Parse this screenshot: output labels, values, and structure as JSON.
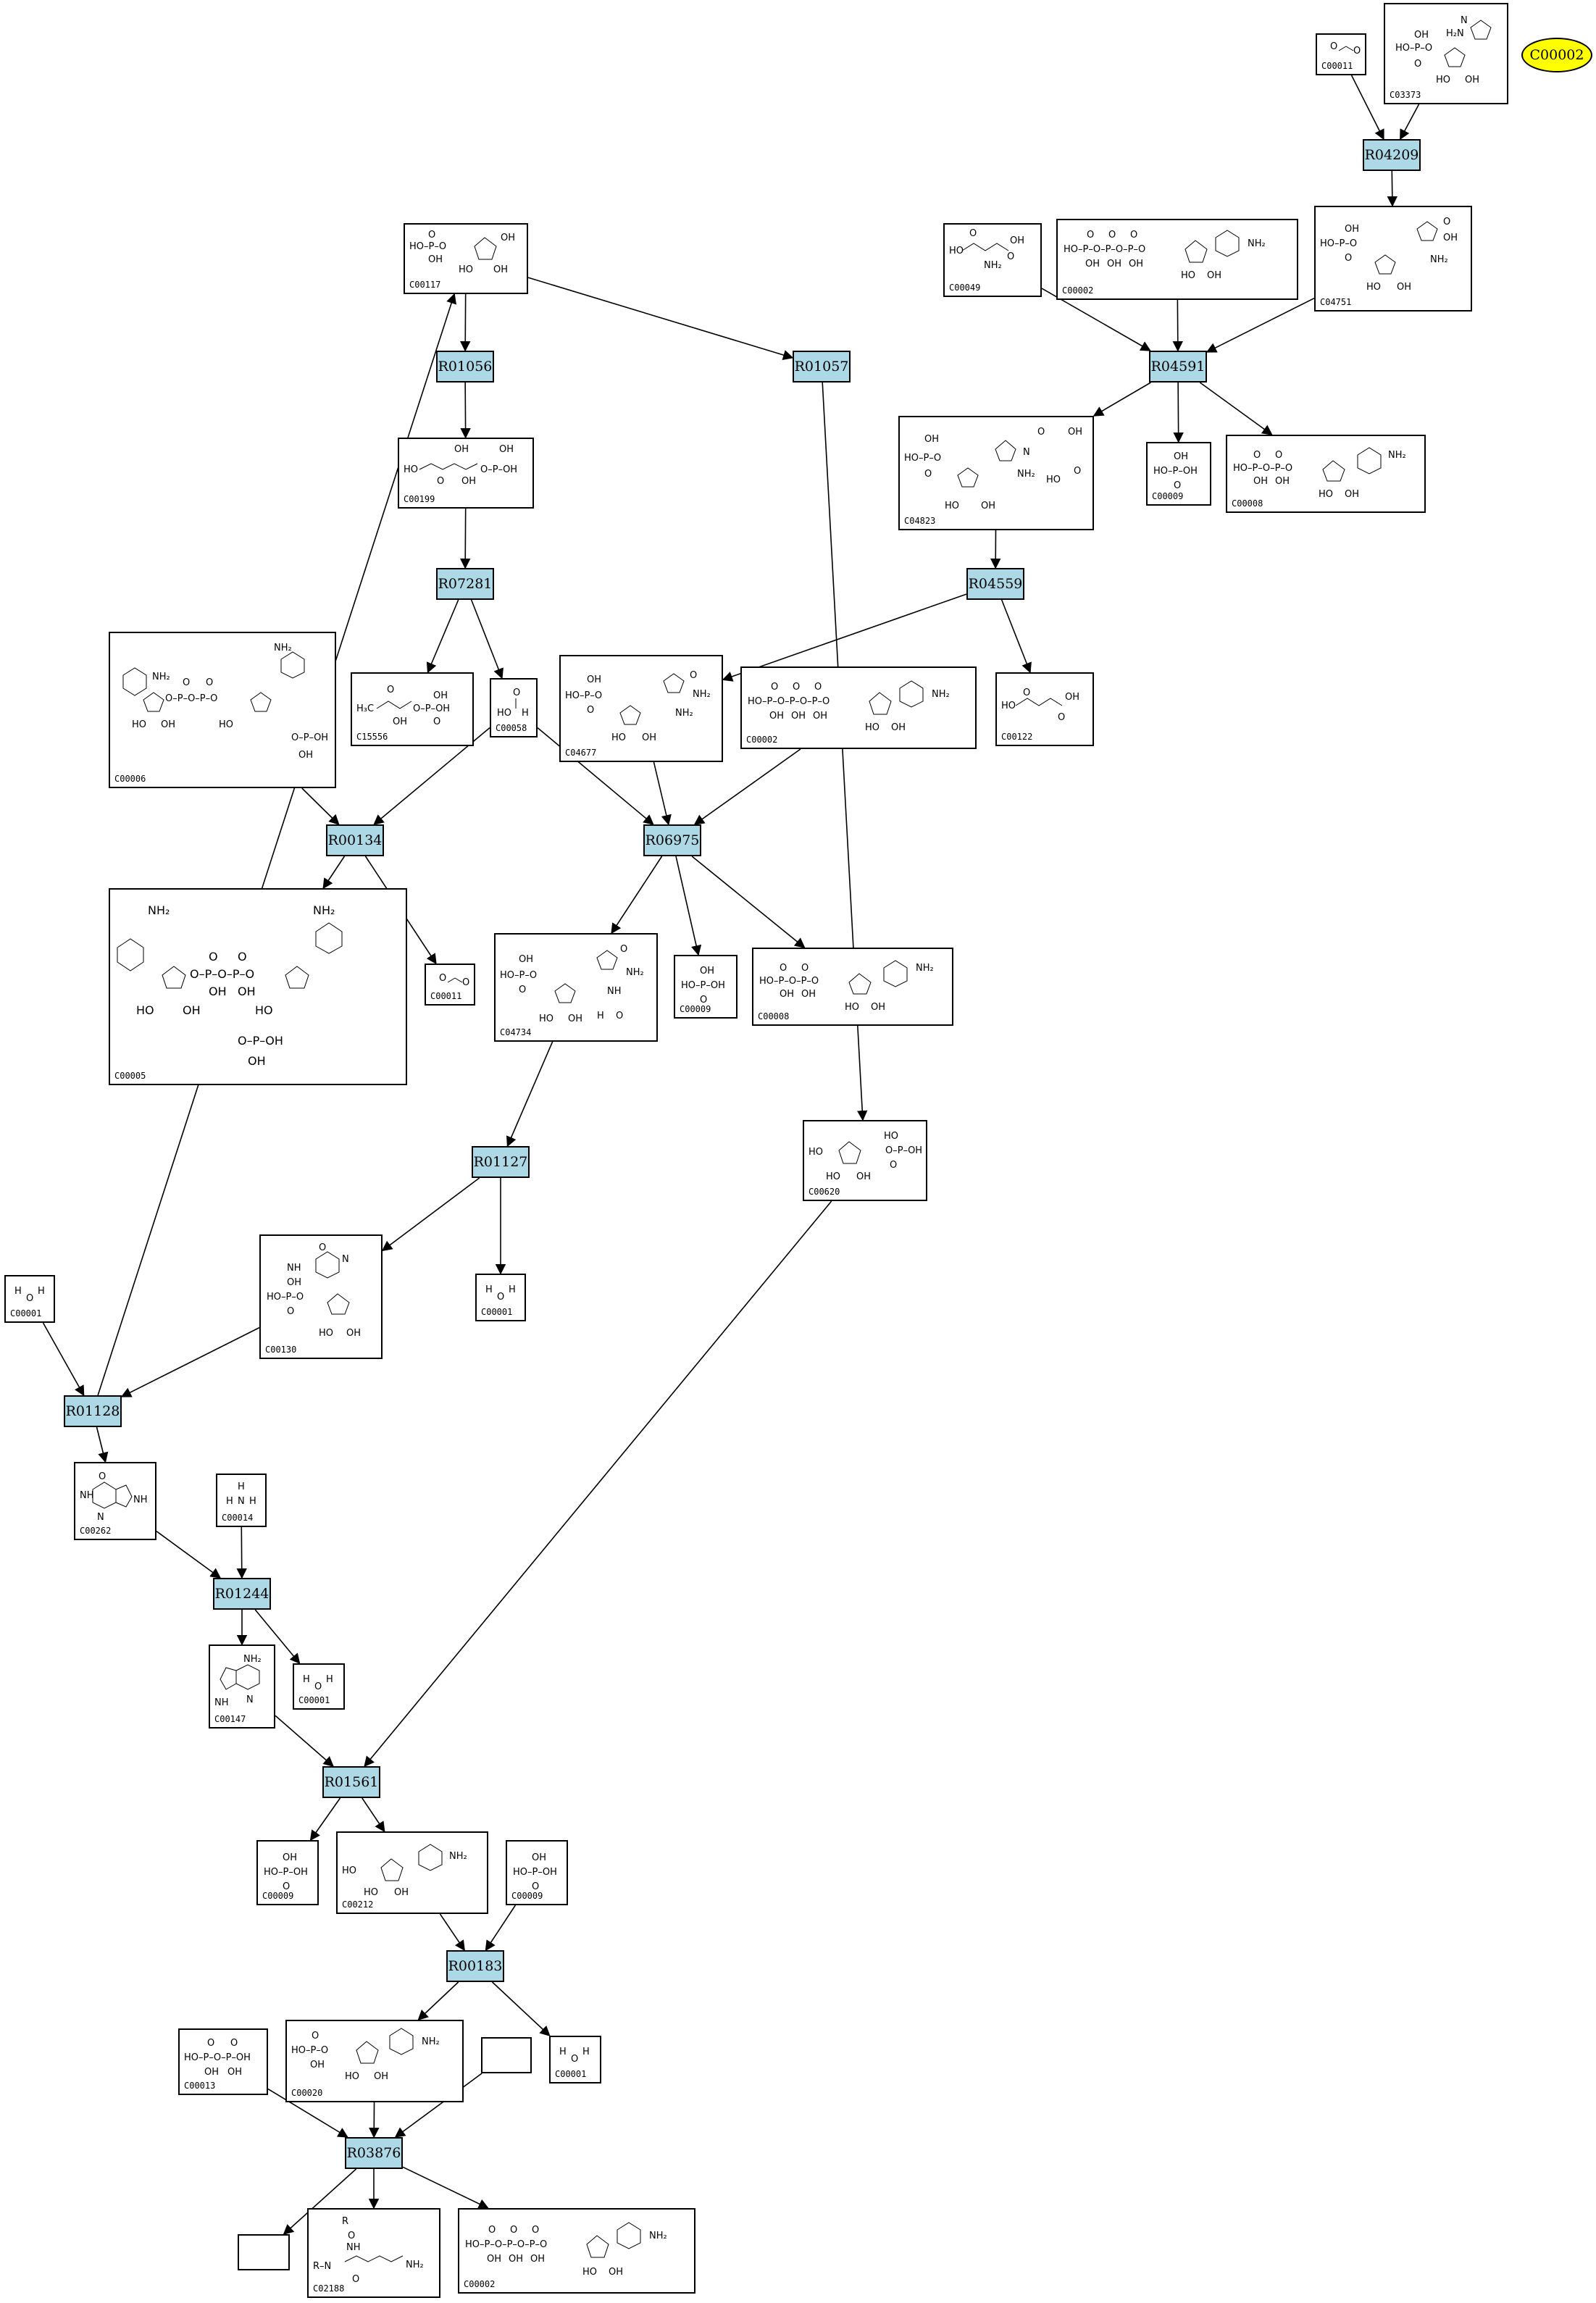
{
  "query_node": {
    "label": "C00002",
    "fill": "#ffff00"
  },
  "reaction_fill": "#add8e6",
  "reactions": [
    {
      "id": "R04209",
      "label": "R04209"
    },
    {
      "id": "R04591",
      "label": "R04591"
    },
    {
      "id": "R01056",
      "label": "R01056"
    },
    {
      "id": "R01057",
      "label": "R01057"
    },
    {
      "id": "R07281",
      "label": "R07281"
    },
    {
      "id": "R04559",
      "label": "R04559"
    },
    {
      "id": "R00134",
      "label": "R00134"
    },
    {
      "id": "R06975",
      "label": "R06975"
    },
    {
      "id": "R01127",
      "label": "R01127"
    },
    {
      "id": "R01128",
      "label": "R01128"
    },
    {
      "id": "R01244",
      "label": "R01244"
    },
    {
      "id": "R01561",
      "label": "R01561"
    },
    {
      "id": "R00183",
      "label": "R00183"
    },
    {
      "id": "R03876",
      "label": "R03876"
    }
  ],
  "compounds": [
    {
      "id": "c00011a",
      "label": "C00011"
    },
    {
      "id": "c03373",
      "label": "C03373"
    },
    {
      "id": "c00117",
      "label": "C00117"
    },
    {
      "id": "c00049",
      "label": "C00049"
    },
    {
      "id": "c00002a",
      "label": "C00002"
    },
    {
      "id": "c04751",
      "label": "C04751"
    },
    {
      "id": "c00199",
      "label": "C00199"
    },
    {
      "id": "c04823",
      "label": "C04823"
    },
    {
      "id": "c00009a",
      "label": "C00009"
    },
    {
      "id": "c00008a",
      "label": "C00008"
    },
    {
      "id": "c00006",
      "label": "C00006"
    },
    {
      "id": "c15556",
      "label": "C15556"
    },
    {
      "id": "c00058",
      "label": "C00058"
    },
    {
      "id": "c04677",
      "label": "C04677"
    },
    {
      "id": "c00002b",
      "label": "C00002"
    },
    {
      "id": "c00122",
      "label": "C00122"
    },
    {
      "id": "c00005",
      "label": "C00005"
    },
    {
      "id": "c00011b",
      "label": "C00011"
    },
    {
      "id": "c04734",
      "label": "C04734"
    },
    {
      "id": "c00009b",
      "label": "C00009"
    },
    {
      "id": "c00008b",
      "label": "C00008"
    },
    {
      "id": "c00620",
      "label": "C00620"
    },
    {
      "id": "c00001a",
      "label": "C00001"
    },
    {
      "id": "c00130",
      "label": "C00130"
    },
    {
      "id": "c00001b",
      "label": "C00001"
    },
    {
      "id": "c00262",
      "label": "C00262"
    },
    {
      "id": "c00014",
      "label": "C00014"
    },
    {
      "id": "c00147",
      "label": "C00147"
    },
    {
      "id": "c00001c",
      "label": "C00001"
    },
    {
      "id": "c00009c",
      "label": "C00009"
    },
    {
      "id": "c00212",
      "label": "C00212"
    },
    {
      "id": "c00009d",
      "label": "C00009"
    },
    {
      "id": "c00013",
      "label": "C00013"
    },
    {
      "id": "c00020",
      "label": "C00020"
    },
    {
      "id": "blank1",
      "label": ""
    },
    {
      "id": "c00001d",
      "label": "C00001"
    },
    {
      "id": "blank2",
      "label": ""
    },
    {
      "id": "c02188",
      "label": "C02188"
    },
    {
      "id": "c00002c",
      "label": "C00002"
    }
  ],
  "structure_text": {
    "ho": "HO",
    "oh": "OH",
    "nh2": "NH2",
    "h2n": "H2N",
    "o": "O",
    "h": "H",
    "n": "N",
    "nh": "NH",
    "p": "P",
    "h3c": "H3C",
    "r": "R"
  },
  "edges": [
    [
      "c00011a",
      "R04209"
    ],
    [
      "c03373",
      "R04209"
    ],
    [
      "R04209",
      "c04751"
    ],
    [
      "c00049",
      "R04591"
    ],
    [
      "c00002a",
      "R04591"
    ],
    [
      "c04751",
      "R04591"
    ],
    [
      "R04591",
      "c04823"
    ],
    [
      "R04591",
      "c00009a"
    ],
    [
      "R04591",
      "c00008a"
    ],
    [
      "c00117",
      "R01056"
    ],
    [
      "c00117",
      "R01057"
    ],
    [
      "R01056",
      "c00199"
    ],
    [
      "c00199",
      "R07281"
    ],
    [
      "R07281",
      "c15556"
    ],
    [
      "R07281",
      "c00058"
    ],
    [
      "c04823",
      "R04559"
    ],
    [
      "R04559",
      "c04677"
    ],
    [
      "R04559",
      "c00122"
    ],
    [
      "c00006",
      "R00134"
    ],
    [
      "c00058",
      "R00134"
    ],
    [
      "R00134",
      "c00005"
    ],
    [
      "R00134",
      "c00011b"
    ],
    [
      "c00058",
      "R06975"
    ],
    [
      "c04677",
      "R06975"
    ],
    [
      "c00002b",
      "R06975"
    ],
    [
      "R06975",
      "c04734"
    ],
    [
      "R06975",
      "c00009b"
    ],
    [
      "R06975",
      "c00008b"
    ],
    [
      "R01057",
      "c00620"
    ],
    [
      "c04734",
      "R01127"
    ],
    [
      "R01127",
      "c00130"
    ],
    [
      "R01127",
      "c00001b"
    ],
    [
      "c00001a",
      "R01128"
    ],
    [
      "c00130",
      "R01128"
    ],
    [
      "R01128",
      "c00117"
    ],
    [
      "R01128",
      "c00262"
    ],
    [
      "c00262",
      "R01244"
    ],
    [
      "c00014",
      "R01244"
    ],
    [
      "R01244",
      "c00147"
    ],
    [
      "R01244",
      "c00001c"
    ],
    [
      "c00147",
      "R01561"
    ],
    [
      "c00620",
      "R01561"
    ],
    [
      "R01561",
      "c00009c"
    ],
    [
      "R01561",
      "c00212"
    ],
    [
      "c00212",
      "R00183"
    ],
    [
      "c00009d",
      "R00183"
    ],
    [
      "R00183",
      "c00020"
    ],
    [
      "R00183",
      "c00001d"
    ],
    [
      "c00013",
      "R03876"
    ],
    [
      "c00020",
      "R03876"
    ],
    [
      "blank1",
      "R03876"
    ],
    [
      "R03876",
      "blank2"
    ],
    [
      "R03876",
      "c02188"
    ],
    [
      "R03876",
      "c00002c"
    ]
  ]
}
